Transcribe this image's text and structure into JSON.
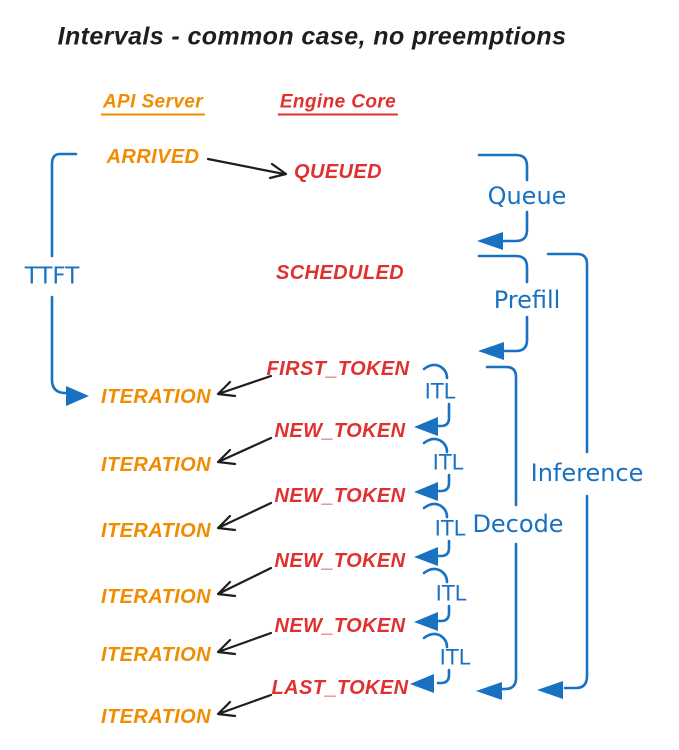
{
  "title": "Intervals - common case, no preemptions",
  "columns": {
    "api_server": "API Server",
    "engine_core": "Engine Core"
  },
  "events": {
    "arrived": "ARRIVED",
    "queued": "QUEUED",
    "scheduled": "SCHEDULED",
    "first_token": "FIRST_TOKEN",
    "new_token": "NEW_TOKEN",
    "last_token": "LAST_TOKEN",
    "iteration": "ITERATION"
  },
  "intervals": {
    "ttft": "TTFT",
    "queue": "Queue",
    "prefill": "Prefill",
    "itl": "ITL",
    "decode": "Decode",
    "inference": "Inference"
  },
  "colors": {
    "orange": "#f08c00",
    "red": "#e03131",
    "blue": "#1971c2",
    "ink": "#1e1e1e",
    "background": "#ffffff"
  }
}
